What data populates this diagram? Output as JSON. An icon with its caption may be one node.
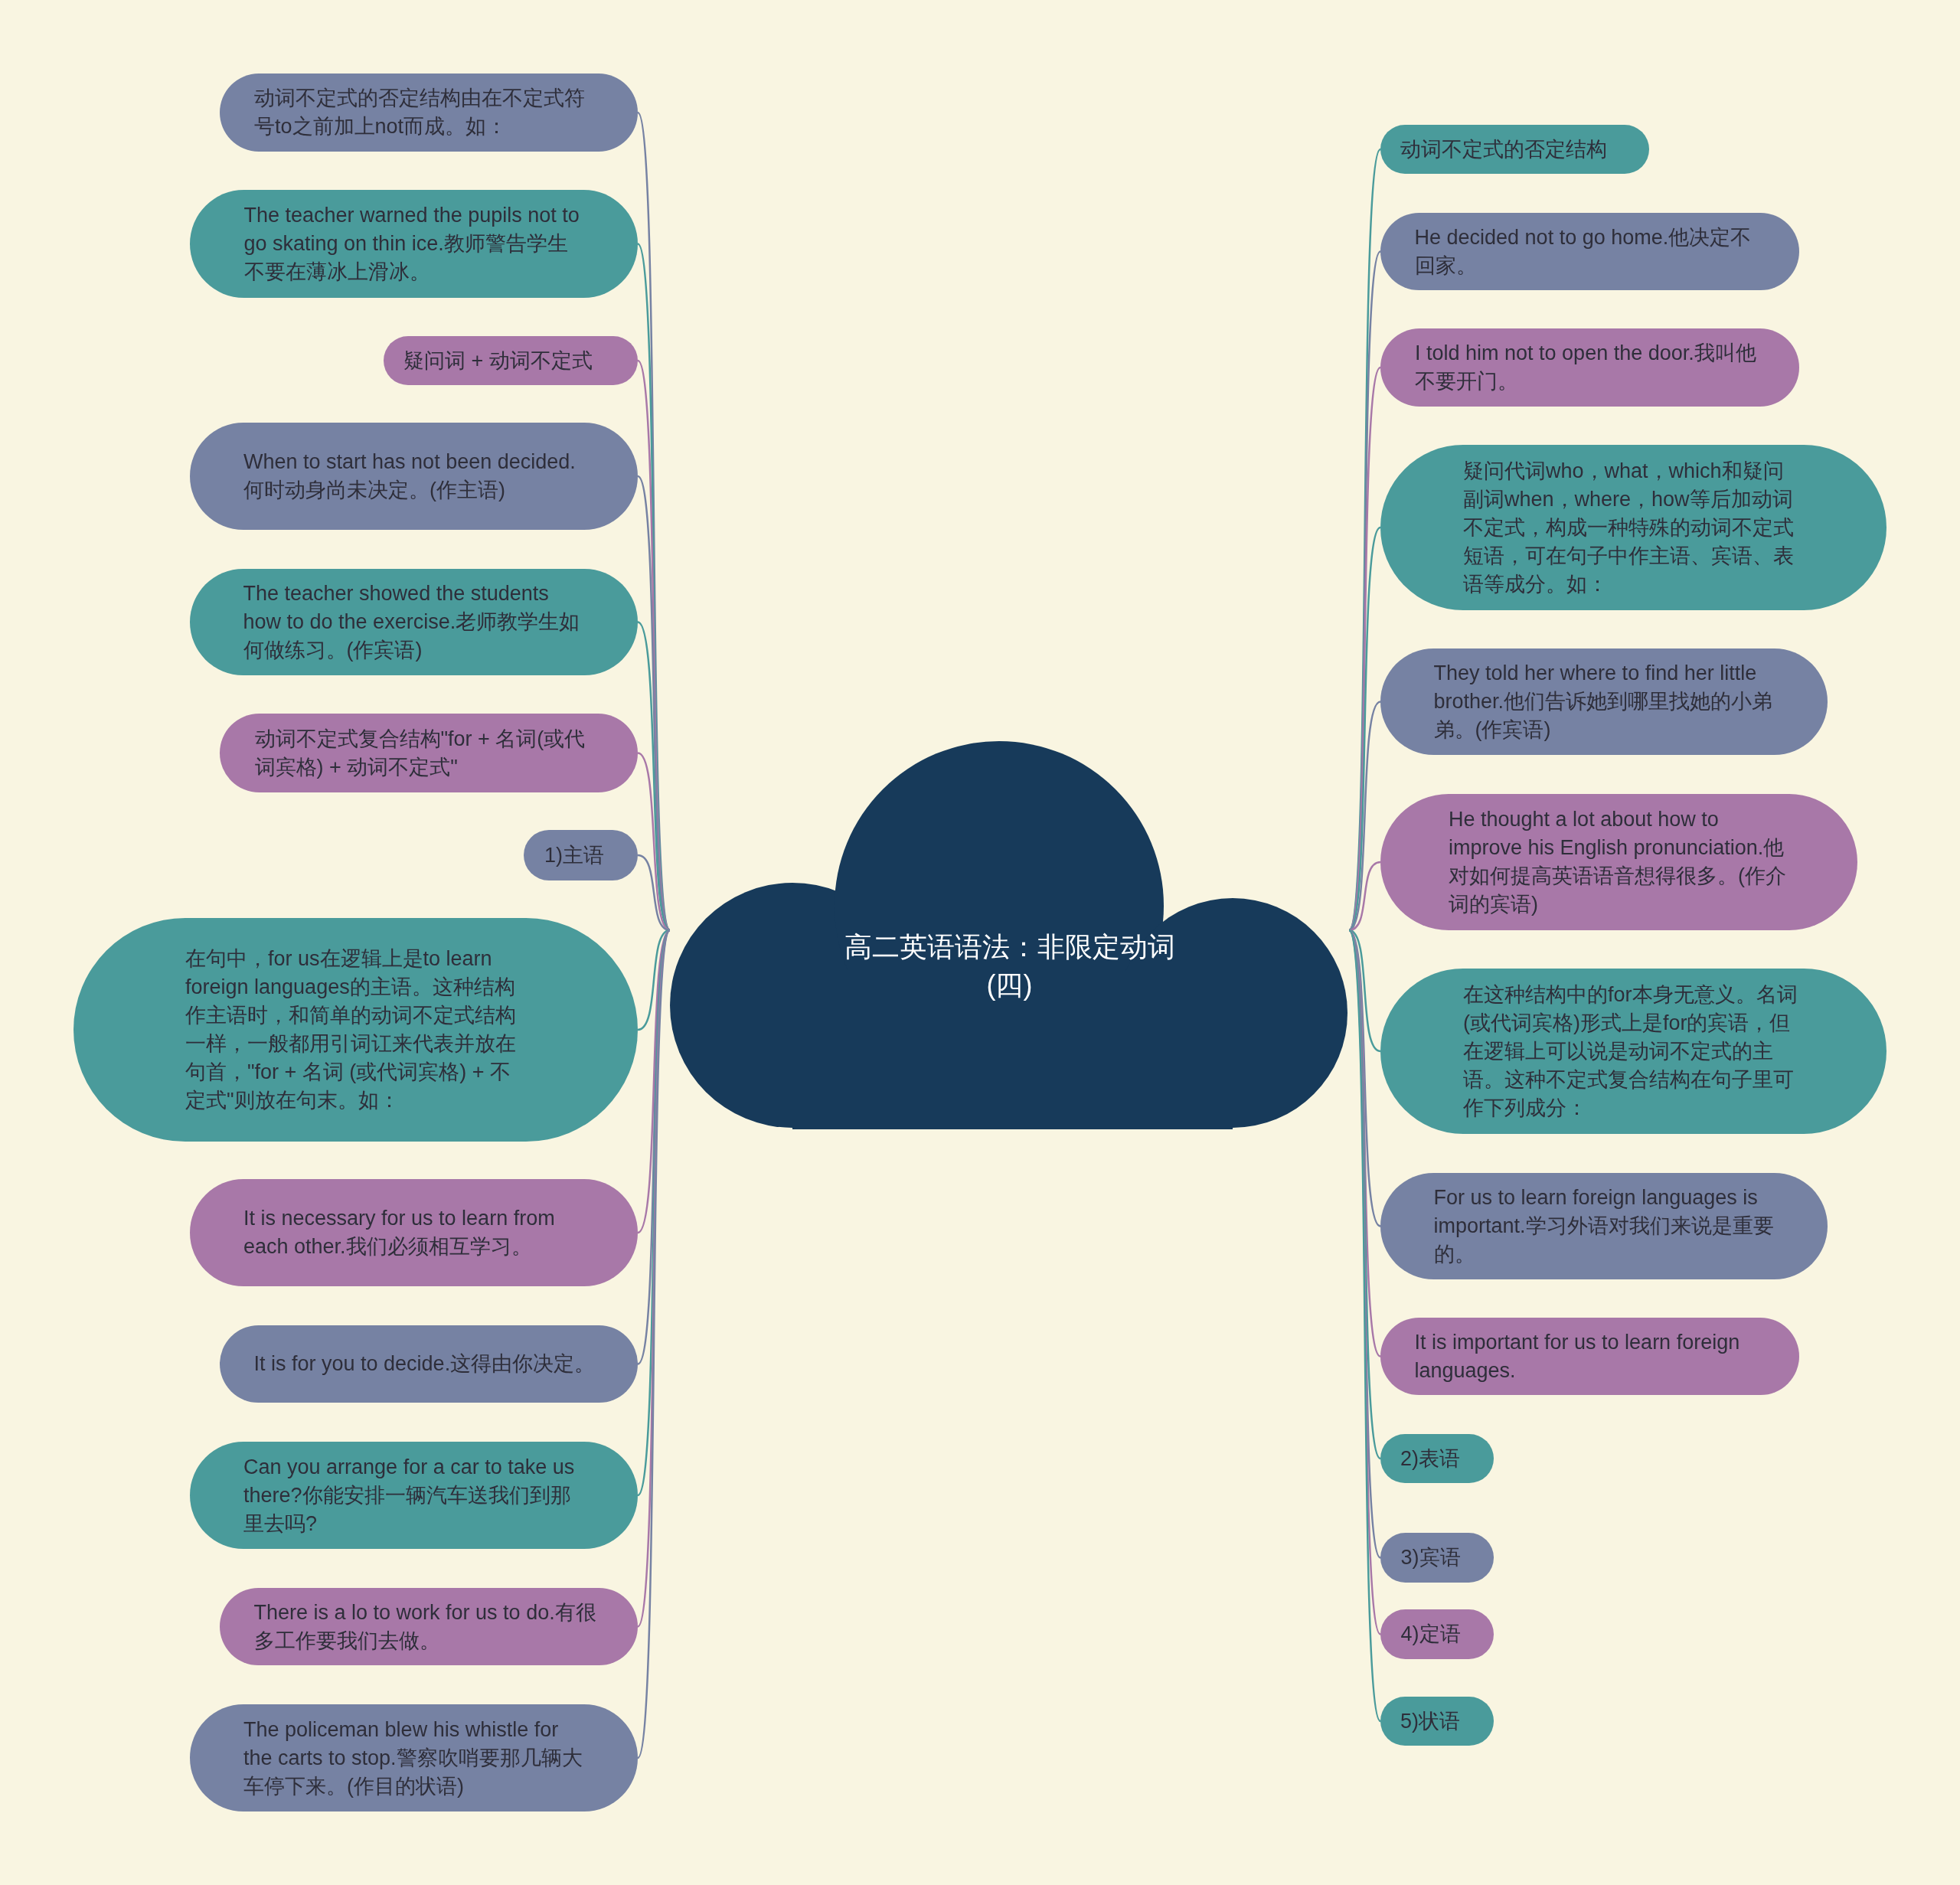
{
  "diagram": {
    "nodes": [
      {
        "text": [
          "高二英语语法：非限定动词(四)"
        ]
      },
      {
        "text": [
          "动词不定式的否定结构由在不定式符号to之前加上not而成。如："
        ]
      },
      {
        "text": [
          "The teacher warned the pupils not to go skating on thin ice.教师警告学生不要在薄冰上滑冰。"
        ]
      },
      {
        "text": [
          "疑问词 + 动词不定式"
        ]
      },
      {
        "text": [
          "When to start has not been decided.何时动身尚未决定。(作主语)"
        ]
      },
      {
        "text": [
          "The teacher showed the students how to do the exercise.老师教学生如何做练习。(作宾语)"
        ]
      },
      {
        "text": [
          "动词不定式复合结构\"for + 名词(或代词宾格) + 动词不定式\""
        ]
      },
      {
        "text": [
          "1)主语"
        ]
      },
      {
        "text": [
          "在句中，for us在逻辑上是to learn foreign languages的主语。这种结构作主语时，和简单的动词不定式结构一样，一般都用引词讧来代表并放在句首，\"for + 名词 (或代词宾格) + 不定式\"则放在句末。如："
        ]
      },
      {
        "text": [
          "It is necessary for us to learn from each other.我们必须相互学习。"
        ]
      },
      {
        "text": [
          "It is for you to decide.这得由你决定。"
        ]
      },
      {
        "text": [
          "Can you arrange for a car to take us there?你能安排一辆汽车送我们到那里去吗?"
        ]
      },
      {
        "text": [
          "There is a lo to work for us to do.有很多工作要我们去做。"
        ]
      },
      {
        "text": [
          "The policeman blew his whistle for the carts to stop.警察吹哨要那几辆大车停下来。(作目的状语)"
        ]
      },
      {
        "text": [
          "动词不定式的否定结构"
        ]
      },
      {
        "text": [
          "He decided not to go home.他决定不回家。"
        ]
      },
      {
        "text": [
          "I told him not to open the door.我叫他不要开门。"
        ]
      },
      {
        "text": [
          "疑问代词who，what，which和疑问副词when，where，how等后加动词不定式，构成一种特殊的动词不定式短语，可在句子中作主语、宾语、表语等成分。如："
        ]
      },
      {
        "text": [
          "They told her where to find her little brother.他们告诉她到哪里找她的小弟弟。(作宾语)"
        ]
      },
      {
        "text": [
          "He thought a lot about how to improve his English pronunciation.他对如何提高英语语音想得很多。(作介词的宾语)"
        ]
      },
      {
        "text": [
          "在这种结构中的for本身无意义。名词(或代词宾格)形式上是for的宾语，但在逻辑上可以说是动词不定式的主语。这种不定式复合结构在句子里可作下列成分："
        ]
      },
      {
        "text": [
          "For us to learn foreign languages is important.学习外语对我们来说是重要的。"
        ]
      },
      {
        "text": [
          "It is important for us to learn foreign languages."
        ]
      },
      {
        "text": [
          "2)表语"
        ]
      },
      {
        "text": [
          "3)宾语"
        ]
      },
      {
        "text": [
          "4)定语"
        ]
      },
      {
        "text": [
          "5)状语"
        ]
      }
    ],
    "edges": [
      {
        "from": 0,
        "to": 1,
        "arrow": "none",
        "color": "#7682a3"
      },
      {
        "from": 0,
        "to": 2,
        "arrow": "none",
        "color": "#4a9b9b"
      },
      {
        "from": 0,
        "to": 3,
        "arrow": "none",
        "color": "#a878a8"
      },
      {
        "from": 0,
        "to": 4,
        "arrow": "none",
        "color": "#7682a3"
      },
      {
        "from": 0,
        "to": 5,
        "arrow": "none",
        "color": "#4a9b9b"
      },
      {
        "from": 0,
        "to": 6,
        "arrow": "none",
        "color": "#a878a8"
      },
      {
        "from": 0,
        "to": 7,
        "arrow": "none",
        "color": "#7682a3"
      },
      {
        "from": 0,
        "to": 8,
        "arrow": "none",
        "color": "#4a9b9b"
      },
      {
        "from": 0,
        "to": 9,
        "arrow": "none",
        "color": "#a878a8"
      },
      {
        "from": 0,
        "to": 10,
        "arrow": "none",
        "color": "#7682a3"
      },
      {
        "from": 0,
        "to": 11,
        "arrow": "none",
        "color": "#4a9b9b"
      },
      {
        "from": 0,
        "to": 12,
        "arrow": "none",
        "color": "#a878a8"
      },
      {
        "from": 0,
        "to": 13,
        "arrow": "none",
        "color": "#7682a3"
      },
      {
        "from": 0,
        "to": 14,
        "arrow": "none",
        "color": "#4a9b9b"
      },
      {
        "from": 0,
        "to": 15,
        "arrow": "none",
        "color": "#7682a3"
      },
      {
        "from": 0,
        "to": 16,
        "arrow": "none",
        "color": "#a878a8"
      },
      {
        "from": 0,
        "to": 17,
        "arrow": "none",
        "color": "#4a9b9b"
      },
      {
        "from": 0,
        "to": 18,
        "arrow": "none",
        "color": "#7682a3"
      },
      {
        "from": 0,
        "to": 19,
        "arrow": "none",
        "color": "#a878a8"
      },
      {
        "from": 0,
        "to": 20,
        "arrow": "none",
        "color": "#4a9b9b"
      },
      {
        "from": 0,
        "to": 21,
        "arrow": "none",
        "color": "#7682a3"
      },
      {
        "from": 0,
        "to": 22,
        "arrow": "none",
        "color": "#a878a8"
      },
      {
        "from": 0,
        "to": 23,
        "arrow": "none",
        "color": "#4a9b9b"
      },
      {
        "from": 0,
        "to": 24,
        "arrow": "none",
        "color": "#7682a3"
      },
      {
        "from": 0,
        "to": 25,
        "arrow": "none",
        "color": "#a878a8"
      },
      {
        "from": 0,
        "to": 26,
        "arrow": "none",
        "color": "#4a9b9b"
      }
    ]
  }
}
